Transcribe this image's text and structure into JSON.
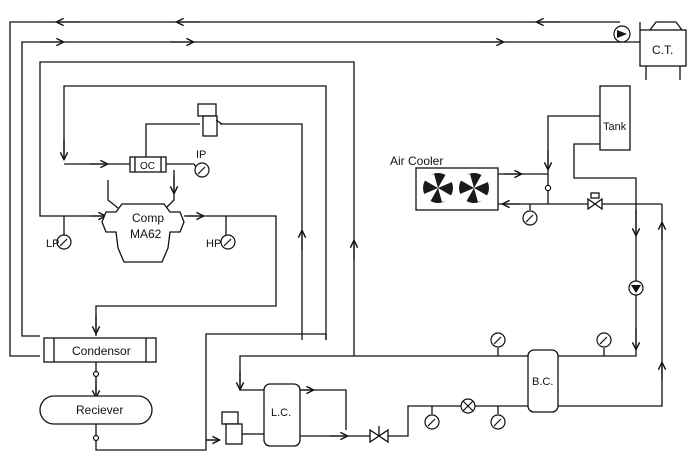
{
  "labels": {
    "cooling_tower": "C.T.",
    "tank": "Tank",
    "air_cooler": "Air Cooler",
    "oil_separator": "OC",
    "compressor_line1": "Comp",
    "compressor_line2": "MA62",
    "low_pressure": "LP",
    "high_pressure": "HP",
    "intermediate_pressure": "IP",
    "condenser": "Condensor",
    "receiver": "Reciever",
    "liquid_cooler": "L.C.",
    "brine_cooler": "B.C."
  }
}
